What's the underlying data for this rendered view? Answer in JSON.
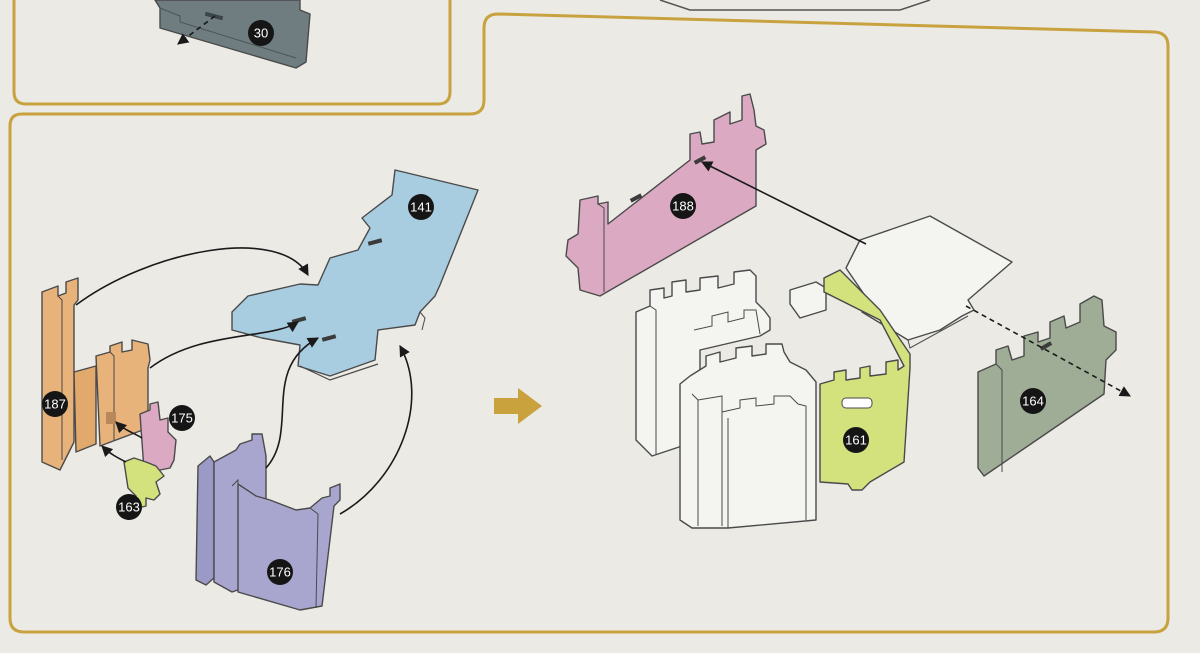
{
  "colors": {
    "background": "#ebeae5",
    "frame": "#c8a23e",
    "step_arrow": "#c9a13d",
    "badge": "#151515",
    "badge_text": "#ffffff",
    "orange": "#e8b37a",
    "blue": "#a9cde0",
    "purple": "#a8a6cf",
    "pink": "#dbaac2",
    "lime": "#d3e27d",
    "green": "#9fac96",
    "slate": "#6f7d80",
    "assembled": "#f4f4f1"
  },
  "prev_step": {
    "part_label": "30"
  },
  "step": {
    "parts": [
      {
        "label": "141",
        "color": "blue"
      },
      {
        "label": "187",
        "color": "orange"
      },
      {
        "label": "175",
        "color": "pink"
      },
      {
        "label": "163",
        "color": "lime"
      },
      {
        "label": "176",
        "color": "purple"
      }
    ],
    "result_parts": [
      {
        "label": "188",
        "color": "pink"
      },
      {
        "label": "161",
        "color": "lime"
      },
      {
        "label": "164",
        "color": "green"
      }
    ]
  }
}
